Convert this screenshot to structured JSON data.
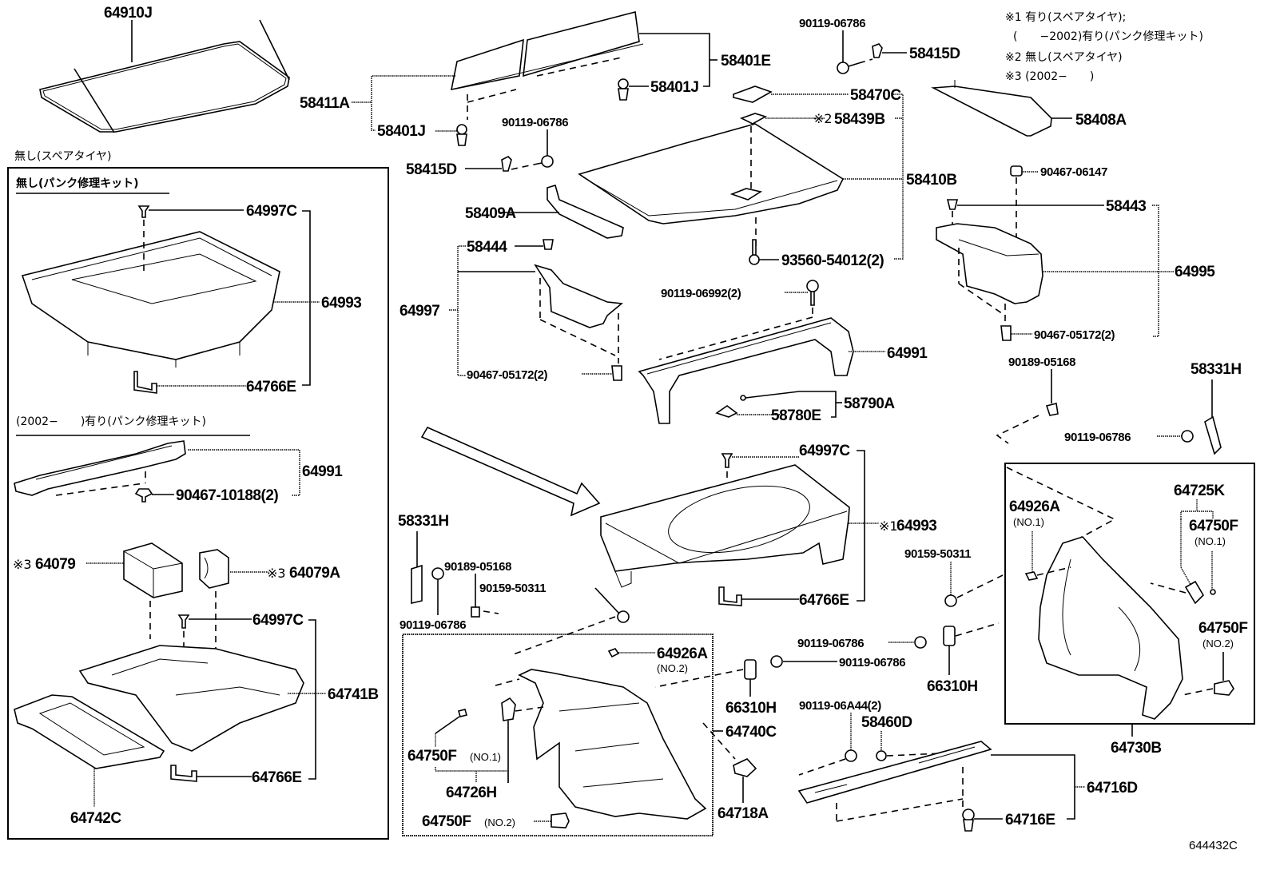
{
  "diagram": {
    "figure_code": "644432C",
    "legend": {
      "note1_line1": "※1 有り(スペアタイヤ);",
      "note1_line2": "(　　−2002)有り(パンク修理キット)",
      "note2": "※2 無し(スペアタイヤ)",
      "note3": "※3 (2002−　　)"
    },
    "left_panel": {
      "title": "無し(スペアタイヤ)",
      "section1_title": "無し(パンク修理キット)",
      "section2_title": "(2002−　　)有り(パンク修理キット)"
    },
    "marks": {
      "m1": "※1",
      "m2": "※2",
      "m3": "※3"
    },
    "labels": {
      "p64910J": "64910J",
      "p58411A": "58411A",
      "p58401J_a": "58401J",
      "p58401J_b": "58401J",
      "p58401E": "58401E",
      "p90119_06786_a": "90119-06786",
      "p90119_06786_b": "90119-06786",
      "p58415D_a": "58415D",
      "p58415D_b": "58415D",
      "p58470C": "58470C",
      "p58439B": "58439B",
      "p58410B": "58410B",
      "p58409A": "58409A",
      "p93560": "93560-54012(2)",
      "p58408A": "58408A",
      "p90467_06147": "90467-06147",
      "p58443": "58443",
      "p64995": "64995",
      "p90467_05172_a": "90467-05172(2)",
      "p58444": "58444",
      "p64997": "64997",
      "p90467_05172_b": "90467-05172(2)",
      "p90119_06992": "90119-06992(2)",
      "p64991_main": "64991",
      "p58790A": "58790A",
      "p58780E": "58780E",
      "p90189_05168_r": "90189-05168",
      "p58331H_r": "58331H",
      "p90119_06786_r": "90119-06786",
      "p64997C_mid": "64997C",
      "p64993_mid": "64993",
      "p64766E_mid": "64766E",
      "p58331H_l": "58331H",
      "p90189_05168_l": "90189-05168",
      "p90159_50311_l": "90159-50311",
      "p90119_06786_l": "90119-06786",
      "p64926A_no2": "64926A",
      "no2": "(NO.2)",
      "p64750F_no1_l": "64750F",
      "no1_inline": "(NO.1)",
      "p64726H": "64726H",
      "p64750F_no2_l": "64750F",
      "no2_inline": "(NO.2)",
      "p66310H_l": "66310H",
      "p64740C": "64740C",
      "p64718A": "64718A",
      "p90119_06786_c1": "90119-06786",
      "p90119_06786_c2": "90119-06786",
      "p66310H_r": "66310H",
      "p90119_06A44": "90119-06A44(2)",
      "p58460D": "58460D",
      "p64716D": "64716D",
      "p64716E": "64716E",
      "p90159_50311_r": "90159-50311",
      "p64926A_no1": "64926A",
      "no1": "(NO.1)",
      "p64725K": "64725K",
      "p64750F_no1_r": "64750F",
      "no1_r": "(NO.1)",
      "p64750F_no2_r": "64750F",
      "no2_r": "(NO.2)",
      "p64730B": "64730B",
      "p64997C_l1": "64997C",
      "p64993_l": "64993",
      "p64766E_l1": "64766E",
      "p64991_l": "64991",
      "p90467_10188": "90467-10188(2)",
      "p64079": "64079",
      "p64079A": "64079A",
      "p64997C_l2": "64997C",
      "p64741B": "64741B",
      "p64766E_l2": "64766E",
      "p64742C": "64742C"
    }
  }
}
